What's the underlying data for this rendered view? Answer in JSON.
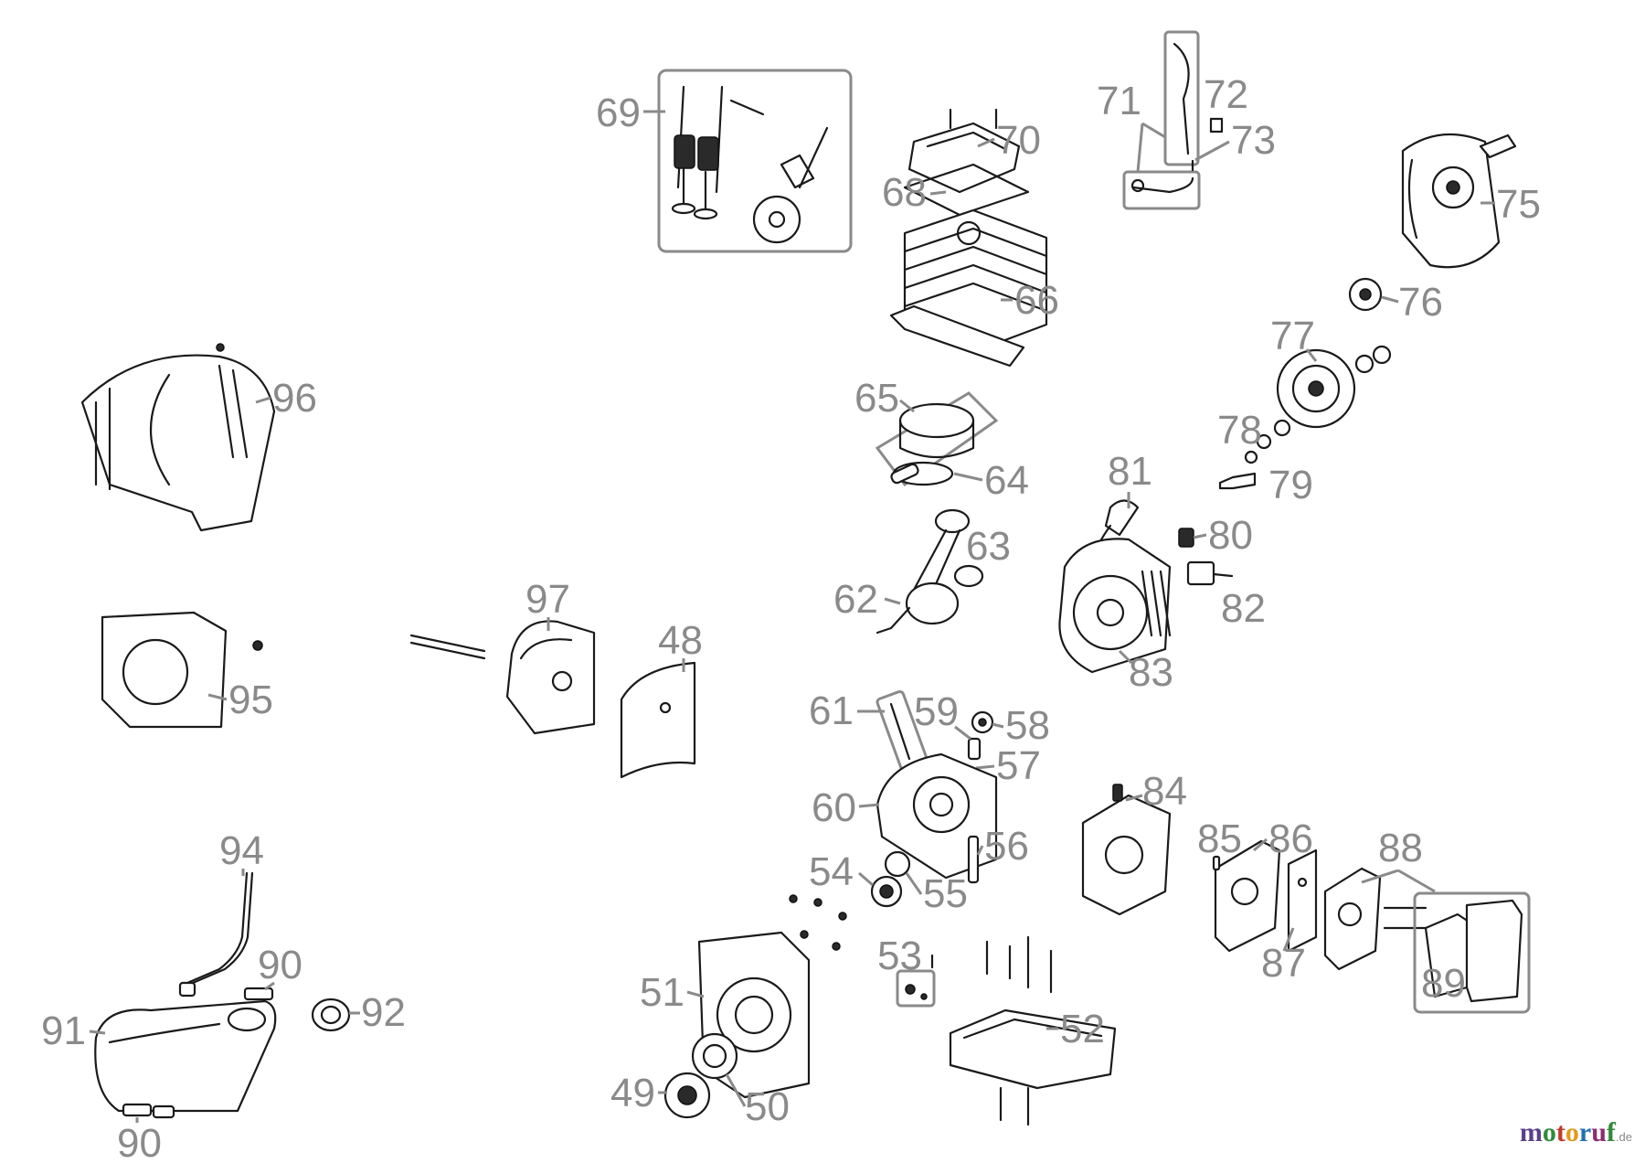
{
  "labels": {
    "l69": "69",
    "l70": "70",
    "l68": "68",
    "l66": "66",
    "l71": "71",
    "l72": "72",
    "l73": "73",
    "l75": "75",
    "l76": "76",
    "l77": "77",
    "l78": "78",
    "l79": "79",
    "l80": "80",
    "l81": "81",
    "l82": "82",
    "l83": "83",
    "l96": "96",
    "l65": "65",
    "l64": "64",
    "l63": "63",
    "l62": "62",
    "l97": "97",
    "l48": "48",
    "l95": "95",
    "l61": "61",
    "l59": "59",
    "l58": "58",
    "l57": "57",
    "l60": "60",
    "l56": "56",
    "l84": "84",
    "l85": "85",
    "l86": "86",
    "l88": "88",
    "l94": "94",
    "l54": "54",
    "l55": "55",
    "l87": "87",
    "l89": "89",
    "l90a": "90",
    "l53": "53",
    "l51": "51",
    "l92": "92",
    "l91": "91",
    "l52": "52",
    "l49": "49",
    "l50": "50",
    "l90b": "90"
  },
  "brand": {
    "main": "motoruf",
    "suffix": ".de"
  }
}
